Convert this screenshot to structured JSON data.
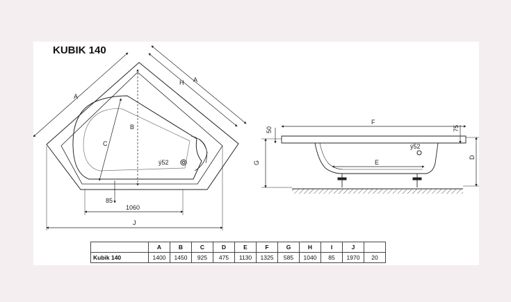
{
  "title": "KUBIK 140",
  "plan_labels": {
    "a_left": "A",
    "a_right": "A",
    "h": "H",
    "b": "B",
    "c": "C",
    "drain": "ý52",
    "i": "85",
    "seat": "1060",
    "j": "J"
  },
  "side_labels": {
    "f": "F",
    "top_left": "50",
    "top_right": "75",
    "g": "G",
    "d": "D",
    "e": "E",
    "drain": "ý52"
  },
  "table": {
    "headers": [
      "A",
      "B",
      "C",
      "D",
      "E",
      "F",
      "G",
      "H",
      "I",
      "J",
      ""
    ],
    "rows": [
      {
        "name": "Kubik 140",
        "values": [
          "1400",
          "1450",
          "925",
          "475",
          "1130",
          "1325",
          "585",
          "1040",
          "85",
          "1970",
          "20"
        ]
      }
    ]
  }
}
